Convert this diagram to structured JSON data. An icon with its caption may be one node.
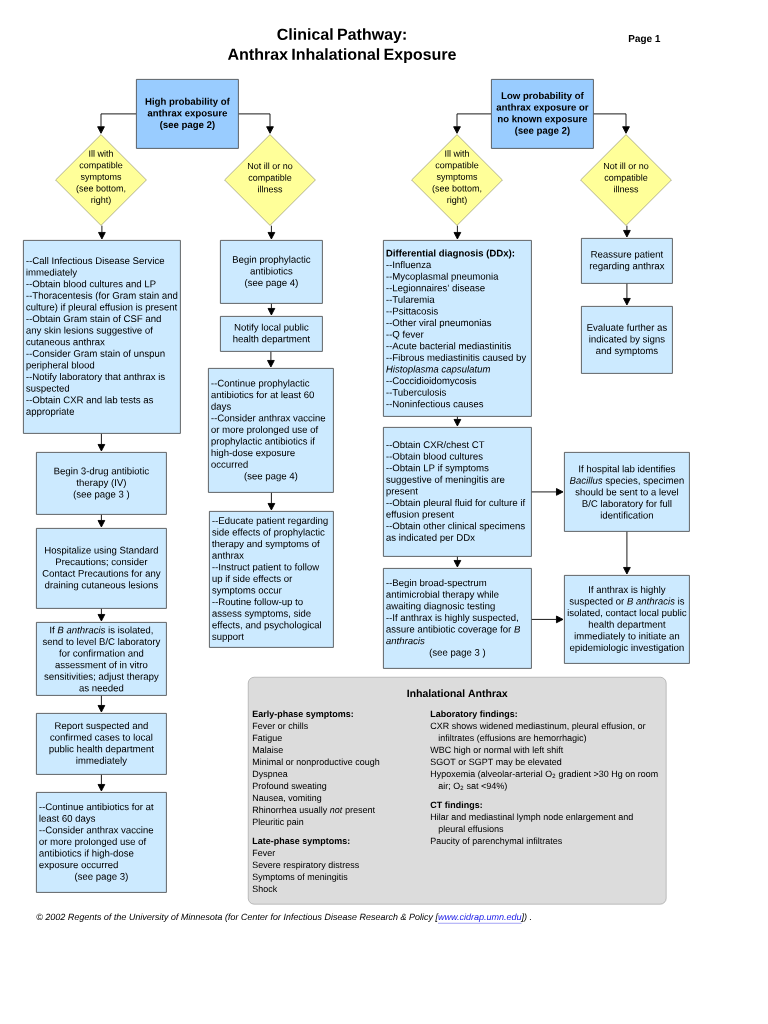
{
  "diagram": {
    "title": "Clinical Pathway: Anthrax Inhalational Exposure",
    "nodes": [
      {
        "text": [
          "High probability of anthrax exposure",
          "(see page 2)"
        ]
      },
      {
        "text": [
          "Ill with compatible symptoms (see bottom, right)"
        ]
      },
      {
        "text": [
          "Not ill or no compatible illness"
        ]
      },
      {
        "text": [
          "--Call Infectious Disease Service immediately",
          "--Obtain blood cultures and LP",
          "--Thoracentesis (for Gram stain and culture) if pleural effusion is present",
          "--Obtain Gram stain of CSF and any skin lesions suggestive of cutaneous anthrax",
          "--Consider Gram stain of unspun peripheral blood",
          "--Notify laboratory that anthrax is suspected",
          "--Obtain CXR and lab tests as appropriate"
        ]
      },
      {
        "text": [
          "Begin prophylactic antibiotics",
          "(see page 4)"
        ]
      },
      {
        "text": [
          "Notify local public health department"
        ]
      },
      {
        "text": [
          "--Continue prophylactic antibiotics for at least 60 days",
          "--Consider anthrax vaccine or more prolonged use of prophylactic antibiotics if high-dose exposure occurred",
          "(see page 4)"
        ]
      },
      {
        "text": [
          "--Educate patient regarding side effects of prophylactic therapy and symptoms of anthrax",
          "--Instruct patient to follow up if side effects or symptoms occur",
          "--Routine follow-up to assess symptoms, side effects, and psychological support"
        ]
      },
      {
        "text": [
          "Begin 3-drug antibiotic therapy (IV)",
          "(see page 3 )"
        ]
      },
      {
        "text": [
          "Hospitalize using Standard Precautions; consider Contact Precautions for any draining cutaneous lesions"
        ]
      },
      {
        "text": [
          "If *B anthracis* is isolated, send to level B/C laboratory for confirmation and assessment of in vitro sensitivities; adjust therapy as needed"
        ]
      },
      {
        "text": [
          "Report suspected and confirmed cases to local public health department immediately"
        ]
      },
      {
        "text": [
          "--Continue antibiotics for at least 60 days",
          "--Consider anthrax vaccine or more prolonged use of antibiotics if high-dose exposure occurred",
          "(see page 3)"
        ]
      },
      {
        "text": [
          "Low probability of anthrax exposure or no known exposure",
          "(see page 2)"
        ]
      },
      {
        "text": [
          "Ill with compatible symptoms (see bottom, right)"
        ]
      },
      {
        "text": [
          "Not ill or no compatible illness"
        ]
      },
      {
        "text": [
          "Differential diagnosis (DDx):",
          "--Influenza",
          "--Mycoplasmal pneumonia",
          "--Legionnaires’ disease",
          "--Tularemia",
          "--Psittacosis",
          "--Other viral pneumonias",
          "--Q fever",
          "--Acute bacterial mediastinitis",
          "--Fibrous mediastinitis caused by *Histoplasma capsulatum*",
          "--Coccidioidomycosis",
          "--Tuberculosis",
          "--Noninfectious causes"
        ]
      },
      {
        "text": [
          "Reassure patient regarding anthrax"
        ]
      },
      {
        "text": [
          "Evaluate further as indicated by signs and symptoms"
        ]
      },
      {
        "text": [
          "--Obtain CXR/chest CT",
          "--Obtain blood cultures",
          "--Obtain LP if symptoms suggestive of meningitis are present",
          "--Obtain pleural fluid for culture if effusion present",
          "--Obtain other clinical specimens as indicated per DDx"
        ]
      },
      {
        "text": [
          "If hospital lab identifies *Bacillus* species, specimen should be sent to a level B/C laboratory for full identification"
        ]
      },
      {
        "text": [
          "--Begin broad-spectrum antimicrobial therapy while awaiting diagnosic testing",
          "--If anthrax is highly suspected, assure antibiotic coverage for *B anthracis*",
          "(see page 3 )"
        ]
      },
      {
        "text": [
          "If anthrax is highly suspected or *B anthracis* is isolated, contact local public health department immediately to initiate an epidemiologic investigation"
        ]
      },
      {
        "text": [
          "Inhalational Anthrax",
          "Early-phase symptoms:",
          "Fever or chills",
          "Fatigue",
          "Malaise",
          "Minimal or nonproductive cough",
          "Dyspnea",
          "Profound sweating",
          "Nausea, vomiting",
          "Rhinorrhea usually *not* present",
          "Pleuritic pain",
          "Late-phase symptoms:",
          "Fever",
          "Severe respiratory distress",
          "Symptoms of meningitis",
          "Shock",
          "Laboratory findings:",
          "CXR shows widened mediastinum, pleural effusion, or infiltrates (effusions are hemorrhagic)",
          "WBC high or normal with left shift",
          "SGOT or SGPT may be elevated",
          "Hypoxemia (alveolar-arterial O$_{2}$ gradient >30 Hg on room air;  O$_{2}$  sat <94%)",
          "CT findings:",
          "Hilar and mediastinal lymph node enlargement and pleural effusions",
          "Paucity of parenchymal infiltrates"
        ]
      }
    ],
    "edges": [
      {
        "from": 0,
        "to": 1,
        "arrow": "to"
      },
      {
        "from": 0,
        "to": 2,
        "arrow": "to"
      },
      {
        "from": 1,
        "to": 3,
        "arrow": "to"
      },
      {
        "from": 3,
        "to": 8,
        "arrow": "to"
      },
      {
        "from": 8,
        "to": 9,
        "arrow": "to"
      },
      {
        "from": 9,
        "to": 10,
        "arrow": "to"
      },
      {
        "from": 10,
        "to": 11,
        "arrow": "to"
      },
      {
        "from": 11,
        "to": 12,
        "arrow": "to"
      },
      {
        "from": 2,
        "to": 4,
        "arrow": "to"
      },
      {
        "from": 4,
        "to": 5,
        "arrow": "to"
      },
      {
        "from": 5,
        "to": 6,
        "arrow": "to"
      },
      {
        "from": 6,
        "to": 7,
        "arrow": "to"
      },
      {
        "from": 13,
        "to": 14,
        "arrow": "to"
      },
      {
        "from": 13,
        "to": 15,
        "arrow": "to"
      },
      {
        "from": 14,
        "to": 16,
        "arrow": "to"
      },
      {
        "from": 16,
        "to": 19,
        "arrow": "to"
      },
      {
        "from": 19,
        "to": 21,
        "arrow": "to"
      },
      {
        "from": 19,
        "to": 20,
        "arrow": "to"
      },
      {
        "from": 20,
        "to": 22,
        "arrow": "to"
      },
      {
        "from": 21,
        "to": 22,
        "arrow": "to"
      },
      {
        "from": 15,
        "to": 17,
        "arrow": "to"
      },
      {
        "from": 17,
        "to": 18,
        "arrow": "to"
      }
    ],
    "labels": [
      "Page 1",
      "©  2002 Regents of the University of Minnesota (for Center for Infectious Disease Research & Policy [",
      "www.cidrap.umn.edu",
      "]) ."
    ]
  }
}
